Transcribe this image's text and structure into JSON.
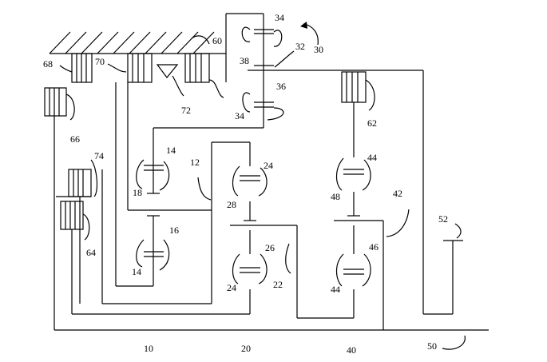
{
  "labels": {
    "n10": "10",
    "n12": "12",
    "n14a": "14",
    "n14b": "14",
    "n16": "16",
    "n18": "18",
    "n20": "20",
    "n22": "22",
    "n24a": "24",
    "n24b": "24",
    "n26": "26",
    "n28": "28",
    "n30": "30",
    "n32": "32",
    "n34a": "34",
    "n34b": "34",
    "n36": "36",
    "n38": "38",
    "n40": "40",
    "n42": "42",
    "n44a": "44",
    "n44b": "44",
    "n46": "46",
    "n48": "48",
    "n50": "50",
    "n52": "52",
    "n60": "60",
    "n62": "62",
    "n64": "64",
    "n66": "66",
    "n68": "68",
    "n70": "70",
    "n72": "72",
    "n74": "74"
  }
}
